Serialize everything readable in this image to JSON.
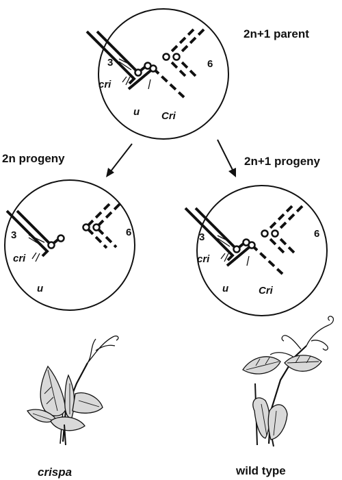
{
  "titles": {
    "parent": "2n+1  parent",
    "progeny_2n": "2n  progeny",
    "progeny_2n1": "2n+1  progeny"
  },
  "cells": {
    "parent": {
      "chr_left": "3",
      "chr_right": "6",
      "gene_cri": "cri",
      "gene_u": "u",
      "gene_Cri": "Cri"
    },
    "progeny_2n": {
      "chr_left": "3",
      "chr_right": "6",
      "gene_cri": "cri",
      "gene_u": "u"
    },
    "progeny_2n1": {
      "chr_left": "3",
      "chr_right": "6",
      "gene_cri": "cri",
      "gene_u": "u",
      "gene_Cri": "Cri"
    }
  },
  "captions": {
    "crispa": "crispa",
    "wild_type": "wild type"
  },
  "colors": {
    "ink": "#111111",
    "leaf_fill": "#d9d9d9",
    "background": "#ffffff"
  }
}
